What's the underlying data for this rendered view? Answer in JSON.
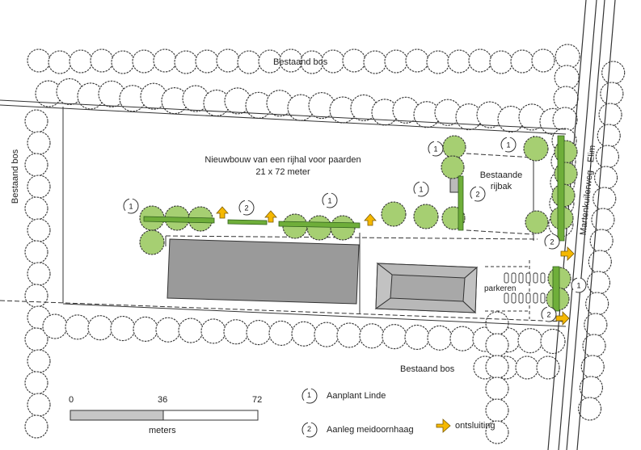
{
  "labels": {
    "forest_top": "Bestaand bos",
    "forest_left": "Bestaand bos",
    "forest_bottom": "Bestaand bos",
    "project_line1": "Nieuwbouw van een rijhal voor paarden",
    "project_line2": "21 x 72 meter",
    "arena_line1": "Bestaande",
    "arena_line2": "rijbak",
    "parking": "parkeren",
    "road": "Martenkuilerweg - Elim"
  },
  "scale_bar": {
    "ticks": [
      "0",
      "36",
      "72"
    ],
    "unit": "meters"
  },
  "legend": [
    {
      "number": "1",
      "label": "Aanplant Linde"
    },
    {
      "number": "2",
      "label": "Aanleg meidoornhaag"
    },
    {
      "label": "ontsluiting"
    }
  ],
  "markers": [
    "1",
    "2",
    "1",
    "1",
    "1",
    "2",
    "1",
    "2",
    "1",
    "2"
  ],
  "colors": {
    "tree_green": "#a6cf72",
    "hedge_green": "#6fae3a",
    "arrow_orange": "#f5b800",
    "building_gray": "#9a9a9a",
    "scale_gray": "#c6c6c6"
  }
}
